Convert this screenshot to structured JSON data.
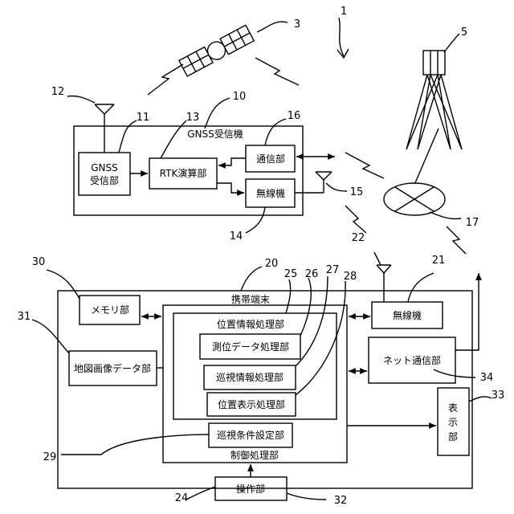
{
  "refs": {
    "r1": "1",
    "r3": "3",
    "r5": "5",
    "r10": "10",
    "r11": "11",
    "r12": "12",
    "r13": "13",
    "r14": "14",
    "r15": "15",
    "r16": "16",
    "r17": "17",
    "r20": "20",
    "r21": "21",
    "r22": "22",
    "r24": "24",
    "r25": "25",
    "r26": "26",
    "r27": "27",
    "r28": "28",
    "r29": "29",
    "r30": "30",
    "r31": "31",
    "r32": "32",
    "r33": "33",
    "r34": "34"
  },
  "gnss_receiver": {
    "title": "GNSS受信機",
    "gnss_unit_line1": "GNSS",
    "gnss_unit_line2": "受信部",
    "rtk": "RTK演算部",
    "comm": "通信部",
    "radio": "無線機"
  },
  "terminal": {
    "title": "携帯端末",
    "memory": "メモリ部",
    "map_data": "地図画像データ部",
    "control": "制御処理部",
    "position_info": "位置情報処理部",
    "positioning": "測位データ処理部",
    "patrol_info": "巡視情報処理部",
    "position_display": "位置表示処理部",
    "patrol_condition": "巡視条件設定部",
    "radio": "無線機",
    "net_comm": "ネット通信部",
    "display_line1": "表",
    "display_line2": "示",
    "display_line3": "部",
    "operation": "操作部"
  }
}
